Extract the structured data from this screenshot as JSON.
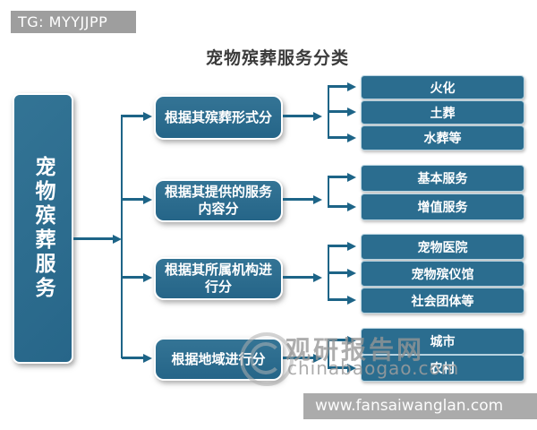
{
  "badge": {
    "text": "TG: MYYJJPP"
  },
  "title": "宠物殡葬服务分类",
  "root": {
    "label": "宠物殡葬服务"
  },
  "groups": [
    {
      "lines": [
        "根据其殡葬形式分"
      ],
      "leaves": [
        "火化",
        "土葬",
        "水葬等"
      ]
    },
    {
      "lines": [
        "根据其提供的服务",
        "内容分"
      ],
      "leaves": [
        "基本服务",
        "增值服务"
      ]
    },
    {
      "lines": [
        "根据其所属机构进",
        "行分"
      ],
      "leaves": [
        "宠物医院",
        "宠物殡仪馆",
        "社会团体等"
      ]
    },
    {
      "lines": [
        "根据地域进行分"
      ],
      "leaves": [
        "城市",
        "农村"
      ]
    }
  ],
  "watermark": {
    "name": "观研报告网",
    "domain": "chinabaogao.com"
  },
  "footer": {
    "url": "www.fansaiwanglan.com"
  },
  "colors": {
    "node_fill": "#2b6d8f",
    "arrow": "#1d6487",
    "badge_gray": "#9e9e9e",
    "footer_gray": "#ababab",
    "text_on_node": "#ffffff"
  }
}
